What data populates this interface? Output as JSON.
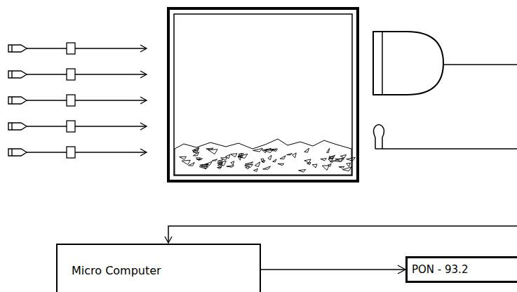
{
  "diagram": {
    "nodes": [
      {
        "text": [
          "Micro Computer"
        ]
      },
      {
        "text": [
          "PON - 93.2"
        ]
      }
    ],
    "edges": [
      {
        "from": 0,
        "to": 1,
        "arrow": "to"
      }
    ]
  }
}
